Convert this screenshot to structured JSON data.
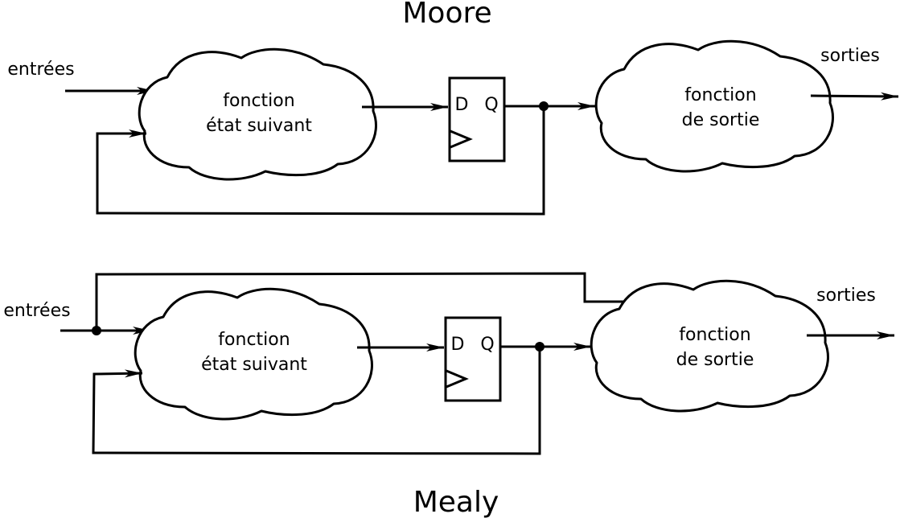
{
  "moore": {
    "title": "Moore",
    "inputs_label": "entrées",
    "outputs_label": "sorties",
    "next_state_fn": [
      "fonction",
      "état suivant"
    ],
    "output_fn": [
      "fonction",
      "de sortie"
    ],
    "flipflop": {
      "d": "D",
      "q": "Q"
    }
  },
  "mealy": {
    "title": "Mealy",
    "inputs_label": "entrées",
    "outputs_label": "sorties",
    "next_state_fn": [
      "fonction",
      "état suivant"
    ],
    "output_fn": [
      "fonction",
      "de sortie"
    ],
    "flipflop": {
      "d": "D",
      "q": "Q"
    }
  }
}
